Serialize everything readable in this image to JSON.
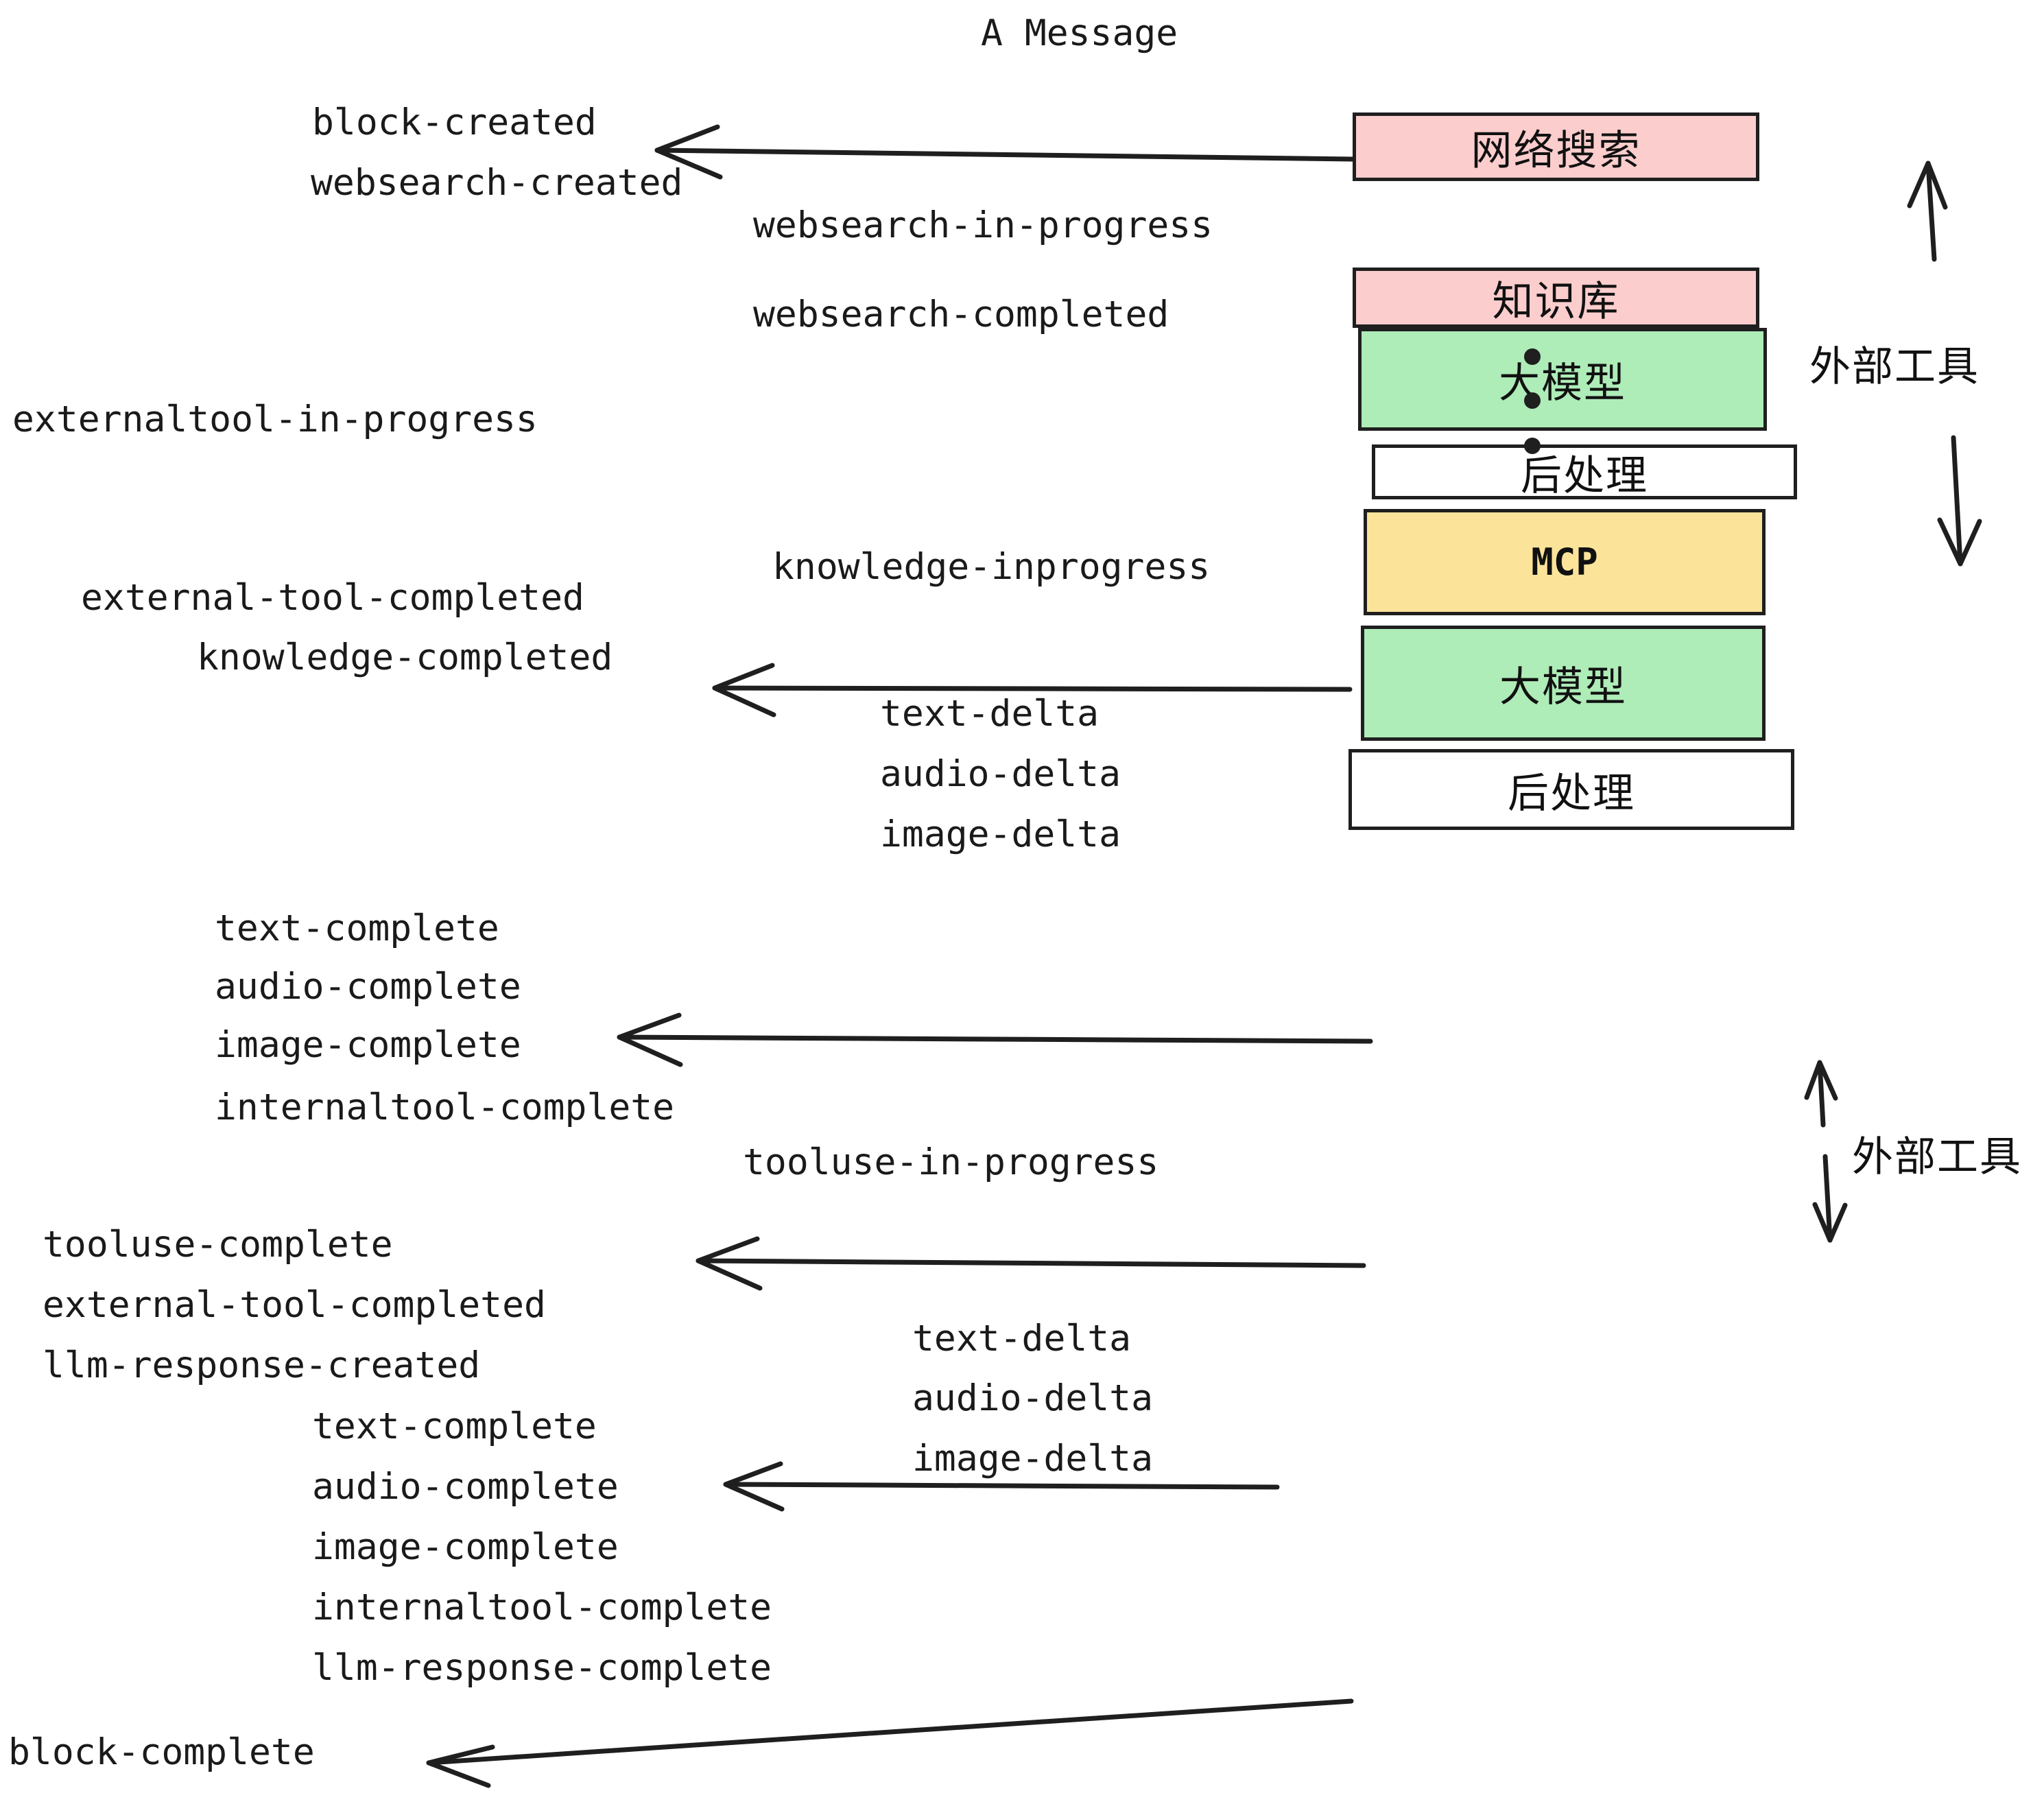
{
  "title": "A Message",
  "colors": {
    "tool_pink": "#fbcdcd",
    "llm_green": "#aeecb8",
    "mcp_yellow": "#fbe49a",
    "post_white": "#ffffff",
    "stroke": "#1f1f1f",
    "text": "#1a1a1a"
  },
  "boxes": [
    {
      "key": "websearch",
      "label": "网络搜索",
      "fill": "#fbcdcd"
    },
    {
      "key": "knowledge",
      "label": "知识库",
      "fill": "#fbcdcd"
    },
    {
      "key": "llm_1",
      "label": "大模型",
      "fill": "#aeecb8"
    },
    {
      "key": "post_1",
      "label": "后处理",
      "fill": "#ffffff"
    },
    {
      "key": "mcp",
      "label": "MCP",
      "fill": "#fbe49a"
    },
    {
      "key": "llm_2",
      "label": "大模型",
      "fill": "#aeecb8"
    },
    {
      "key": "post_2",
      "label": "后处理",
      "fill": "#ffffff"
    }
  ],
  "side_labels": {
    "external_tool_top": "外部工具",
    "external_tool_bottom": "外部工具"
  },
  "events": {
    "block_created": "block-created",
    "websearch_created": "websearch-created",
    "websearch_in_progress": "websearch-in-progress",
    "websearch_completed": "websearch-completed",
    "externaltool_in_progress": "externaltool-in-progress",
    "knowledge_inprogress": "knowledge-inprogress",
    "external_tool_completed_1": "external-tool-completed",
    "knowledge_completed": "knowledge-completed",
    "text_delta_1": "text-delta",
    "audio_delta_1": "audio-delta",
    "image_delta_1": "image-delta",
    "text_complete_1": "text-complete",
    "audio_complete_1": "audio-complete",
    "image_complete_1": "image-complete",
    "internaltool_complete_1": "internaltool-complete",
    "tooluse_in_progress": "tooluse-in-progress",
    "tooluse_complete": "tooluse-complete",
    "external_tool_completed_2": "external-tool-completed",
    "llm_response_created": "llm-response-created",
    "text_delta_2": "text-delta",
    "audio_delta_2": "audio-delta",
    "image_delta_2": "image-delta",
    "text_complete_2": "text-complete",
    "audio_complete_2": "audio-complete",
    "image_complete_2": "image-complete",
    "internaltool_complete_2": "internaltool-complete",
    "llm_response_complete": "llm-response-complete",
    "block_complete": "block-complete"
  }
}
